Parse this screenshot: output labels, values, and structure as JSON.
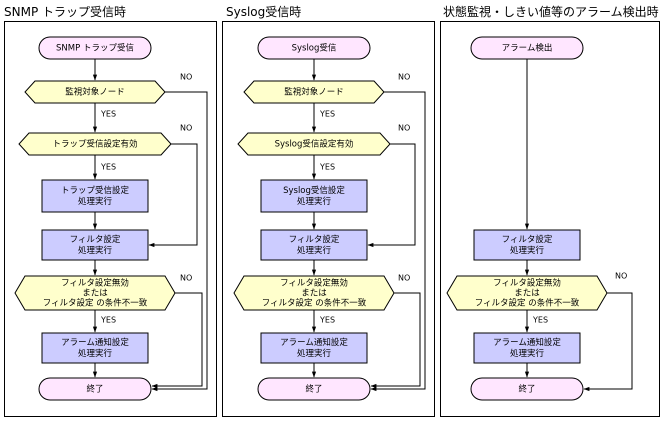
{
  "labels": {
    "yes": "YES",
    "no": "NO"
  },
  "columns": [
    {
      "title": "SNMP トラップ受信時",
      "start": "SNMP トラップ受信",
      "decisions": [
        [
          "監視対象ノード"
        ],
        [
          "トラップ受信設定有効"
        ],
        [
          "フィルタ設定無効",
          "または",
          "フィルタ設定 の条件不一致"
        ]
      ],
      "processes": [
        [
          "トラップ受信設定",
          "処理実行"
        ],
        [
          "フィルタ設定",
          "処理実行"
        ],
        [
          "アラーム通知設定",
          "処理実行"
        ]
      ],
      "end": "終了"
    },
    {
      "title": "Syslog受信時",
      "start": "Syslog受信",
      "decisions": [
        [
          "監視対象ノード"
        ],
        [
          "Syslog受信設定有効"
        ],
        [
          "フィルタ設定無効",
          "または",
          "フィルタ設定 の条件不一致"
        ]
      ],
      "processes": [
        [
          "Syslog受信設定",
          "処理実行"
        ],
        [
          "フィルタ設定",
          "処理実行"
        ],
        [
          "アラーム通知設定",
          "処理実行"
        ]
      ],
      "end": "終了"
    },
    {
      "title": "状態監視・しきい値等のアラーム検出時",
      "start": "アラーム検出",
      "decisions": [
        [
          "フィルタ設定無効",
          "または",
          "フィルタ設定 の条件不一致"
        ]
      ],
      "processes": [
        [
          "フィルタ設定",
          "処理実行"
        ],
        [
          "アラーム通知設定",
          "処理実行"
        ]
      ],
      "end": "終了"
    }
  ],
  "colors": {
    "terminal": "#ffe6ff",
    "decision": "#ffffcc",
    "process": "#ccccff",
    "border": "#000000"
  }
}
